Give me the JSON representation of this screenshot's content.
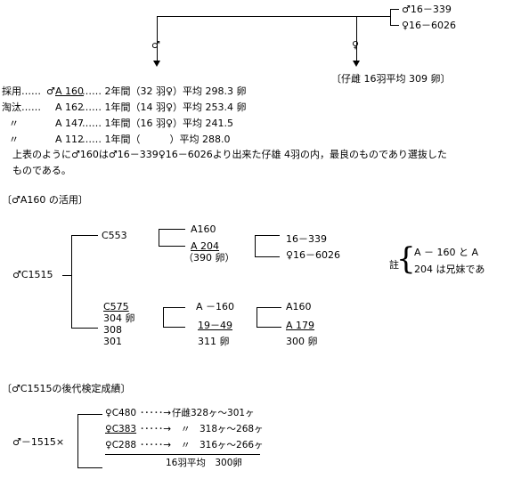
{
  "pedigree_top": {
    "sire_top": "♂16－339",
    "dam_top": "♀16－6026",
    "male_symbol": "♂",
    "female_symbol": "♀",
    "female_avg": "〔仔雌 16羽平均 309 卵〕"
  },
  "selection_rows": [
    {
      "label": "採用……",
      "sym": "♂",
      "id": "A 160",
      "text": "…… 2年間（32 羽♀）平均 298.3 卵"
    },
    {
      "label": "淘汰……",
      "sym": "",
      "id": "A 162",
      "text": "…… 1年間（14 羽♀）平均 253.4 卵"
    },
    {
      "label": "〃",
      "sym": "",
      "id": "A 147",
      "text": "…… 1年間（16 羽♀）平均 241.5"
    },
    {
      "label": "〃",
      "sym": "",
      "id": "A 112",
      "text": "…… 1年間（　　　）平均 288.0"
    }
  ],
  "para_line1": "上表のように♂160は♂16－339♀16－6026より出来た仔雄 4羽の内，最良のものであり選抜した",
  "para_line2": "ものである。",
  "usage_heading": "〔♂A160 の活用〕",
  "usage": {
    "root": "♂C1515",
    "c553": "C553",
    "a160": "A160",
    "a204": "A 204",
    "a204_eggs": "（390 卵）",
    "g_16_339": "16－339",
    "g_16_6026": "♀16－6026",
    "c575": "C575",
    "eggs_304": "304 卵",
    "eggs_308": "308",
    "eggs_301": "301",
    "a160b": "A －160",
    "ab_19_49": "19－49",
    "eggs_311": "311 卵",
    "a160c": "A160",
    "a179": "A 179",
    "eggs_300": "300 卵",
    "note_label": "註",
    "note_line1": "A － 160 と A",
    "note_line2": "204 は兄妹であ"
  },
  "progeny_heading": "〔♂C1515の後代検定成績〕",
  "progeny": {
    "root": "♂－1515×",
    "rows": [
      {
        "dam": "♀C480",
        "arrow": "･････→",
        "result": "仔雌328ヶ～301ヶ"
      },
      {
        "dam": "♀C383",
        "arrow": "･････→",
        "result": "〃　318ヶ～268ヶ"
      },
      {
        "dam": "♀C288",
        "arrow": "･････→",
        "result": "〃　316ヶ～266ヶ"
      }
    ],
    "summary": "16羽平均　300卵"
  }
}
